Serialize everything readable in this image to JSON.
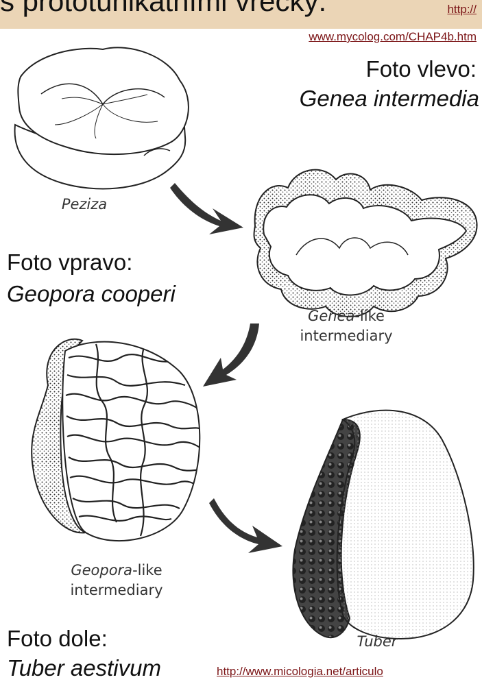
{
  "heading": "s prototunikátními vřecky:",
  "links": {
    "top_a": "http://",
    "top_b": "www.mycolog.com/CHAP4b.htm",
    "bottom": "http://www.micologia.net/articulo"
  },
  "captions": {
    "left_photo_label": "Foto vlevo:",
    "left_photo_species": "Genea intermedia",
    "right_photo_label": "Foto vpravo:",
    "right_photo_species": "Geopora cooperi",
    "bottom_photo_label": "Foto dole:",
    "bottom_photo_species": "Tuber aestivum"
  },
  "figure_labels": {
    "peziza": "Peziza",
    "genea_italic": "Genea",
    "genea_rest": "-like",
    "genea_line2": "intermediary",
    "geopora_italic": "Geopora",
    "geopora_rest": "-like",
    "geopora_line2": "intermediary",
    "tuber": "Tuber"
  },
  "colors": {
    "background": "#ebd5b6",
    "panel": "#ffffff",
    "link": "#7b1416",
    "ink": "#222222"
  }
}
